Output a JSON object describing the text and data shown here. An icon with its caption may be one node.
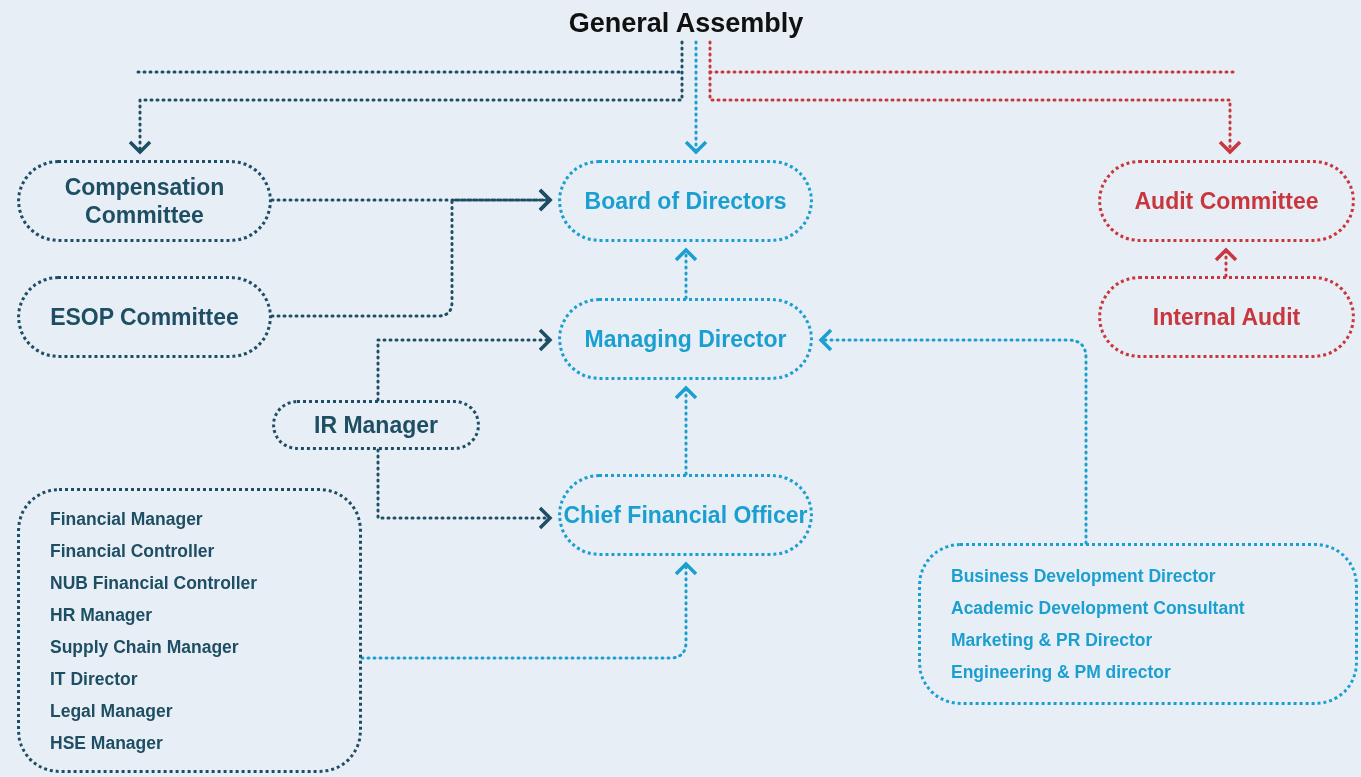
{
  "diagram": {
    "nodes": [
      {
        "text": [
          "General Assembly"
        ]
      },
      {
        "text": [
          "Compensation Committee"
        ]
      },
      {
        "text": [
          "Board of Directors"
        ]
      },
      {
        "text": [
          "Audit Committee"
        ]
      },
      {
        "text": [
          "ESOP Committee"
        ]
      },
      {
        "text": [
          "Managing Director"
        ]
      },
      {
        "text": [
          "Internal Audit"
        ]
      },
      {
        "text": [
          "IR Manager"
        ]
      },
      {
        "text": [
          "Chief Financial Officer"
        ]
      },
      {
        "text": [
          "Financial Manager",
          "Financial Controller",
          "NUB Financial Controller",
          "HR Manager",
          "Supply Chain Manager",
          "IT Director",
          "Legal Manager",
          "HSE Manager"
        ]
      },
      {
        "text": [
          "Business Development Director",
          "Academic Development Consultant",
          "Marketing & PR Director",
          "Engineering & PM director"
        ]
      }
    ],
    "edges": [
      {
        "from": 0,
        "to": 1,
        "arrow": "to",
        "color": "#1d4e63"
      },
      {
        "from": 0,
        "to": 2,
        "arrow": "to",
        "color": "#1a9fd0"
      },
      {
        "from": 0,
        "to": 3,
        "arrow": "to",
        "color": "#c8373d"
      },
      {
        "from": 1,
        "to": 2,
        "arrow": "to",
        "color": "#1d4e63"
      },
      {
        "from": 4,
        "to": 2,
        "arrow": "to",
        "color": "#1d4e63"
      },
      {
        "from": 5,
        "to": 2,
        "arrow": "to",
        "color": "#1a9fd0"
      },
      {
        "from": 7,
        "to": 5,
        "arrow": "to",
        "color": "#1d4e63"
      },
      {
        "from": 7,
        "to": 8,
        "arrow": "to",
        "color": "#1d4e63"
      },
      {
        "from": 8,
        "to": 5,
        "arrow": "to",
        "color": "#1a9fd0"
      },
      {
        "from": 9,
        "to": 8,
        "arrow": "to",
        "color": "#1a9fd0"
      },
      {
        "from": 10,
        "to": 5,
        "arrow": "to",
        "color": "#1a9fd0"
      },
      {
        "from": 6,
        "to": 3,
        "arrow": "to",
        "color": "#c8373d"
      }
    ]
  }
}
